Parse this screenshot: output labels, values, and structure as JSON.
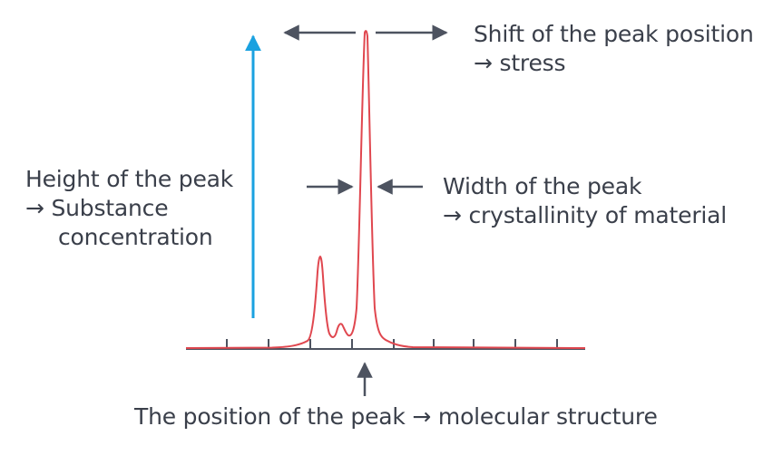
{
  "labels": {
    "shift": {
      "line1": "Shift of the peak position",
      "line2": "→ stress"
    },
    "height": {
      "line1": "Height of the peak",
      "line2": "→ Substance",
      "line3": "concentration"
    },
    "width": {
      "line1": "Width of the peak",
      "line2": "→ crystallinity of material"
    },
    "position": {
      "line1": "The position of the peak → molecular structure"
    }
  },
  "colors": {
    "spectrum": "#e0474f",
    "height_arrow": "#1aa1e0",
    "annotation_arrows": "#4d5360",
    "axis": "#4d5360",
    "text": "#3a3f4a"
  }
}
